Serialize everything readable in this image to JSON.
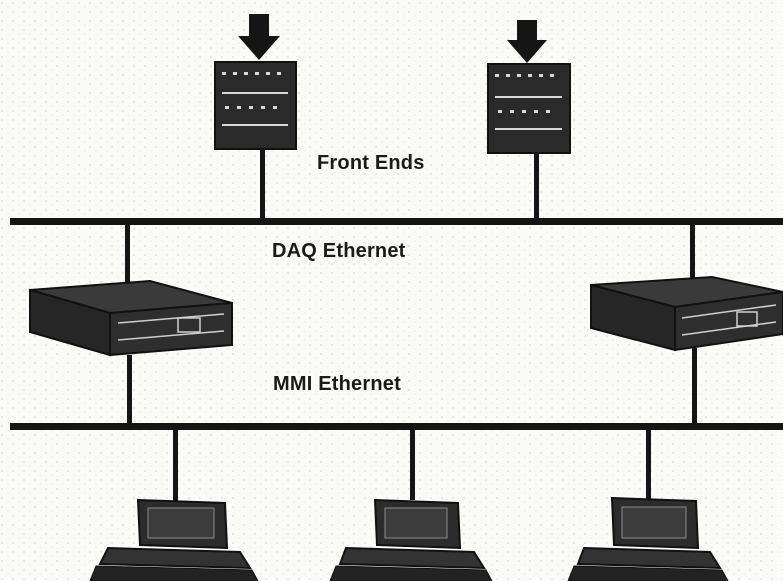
{
  "labels": {
    "front_ends": "Front Ends",
    "daq_ethernet": "DAQ Ethernet",
    "mmi_ethernet": "MMI Ethernet"
  },
  "colors": {
    "ink": "#151515",
    "background": "#fbfbf8",
    "device_panel": "#2a2a2a"
  },
  "components": {
    "front_end_crates": 2,
    "servers": 2,
    "workstations": 3,
    "networks": 2
  }
}
